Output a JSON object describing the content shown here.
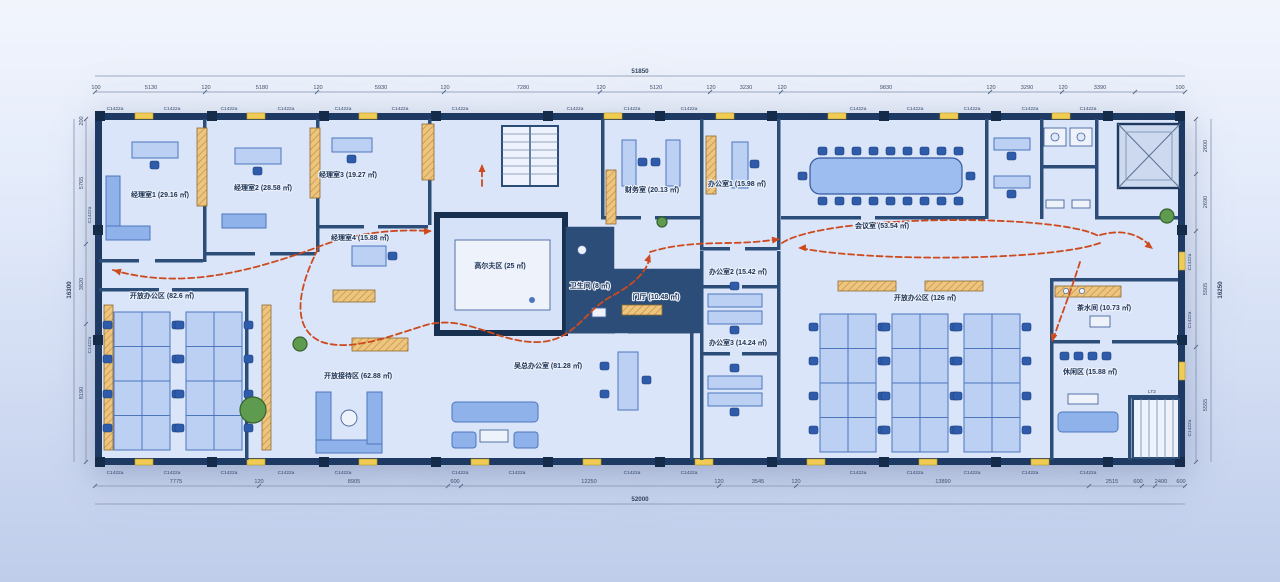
{
  "rooms": {
    "manager1": "经理室1 (29.16 ㎡)",
    "manager2": "经理室2 (28.58 ㎡)",
    "manager3": "经理室3 (19.27 ㎡)",
    "manager4": "经理室4 (15.88 ㎡)",
    "finance": "财务室 (20.13 ㎡)",
    "office1": "办公室1 (15.98 ㎡)",
    "meeting": "会议室 (53.54 ㎡)",
    "golf": "高尔夫区 (25 ㎡)",
    "washroom": "卫生间 (8 ㎡)",
    "hall": "门厅 (10.48 ㎡)",
    "office2": "办公室2 (15.42 ㎡)",
    "open_right": "开放办公区 (126 ㎡)",
    "tea": "茶水间 (10.73 ㎡)",
    "open_left": "开放办公区 (82.6 ㎡)",
    "reception": "开放接待区 (62.88 ㎡)",
    "boss": "吴总办公室 (81.28 ㎡)",
    "office3": "办公室3 (14.24 ㎡)",
    "leisure": "休闲区 (15.88 ㎡)"
  },
  "annotations": {
    "elevator": "LT2"
  },
  "windows": {
    "tag": "C1422a"
  },
  "dims": {
    "top_total": "51850",
    "bottom_total": "52000",
    "left_total": "16300",
    "right_total": "16250",
    "top": [
      "100",
      "5130",
      "120",
      "5180",
      "120",
      "5930",
      "120",
      "7280",
      "120",
      "5120",
      "120",
      "3230",
      "120",
      "9830",
      "120",
      "3290",
      "120",
      "3390",
      "100"
    ],
    "bottom": [
      "7775",
      "120",
      "8905",
      "600",
      "12250",
      "120",
      "3545",
      "120",
      "13890",
      "2515",
      "600",
      "2400",
      "600"
    ],
    "left": [
      "200",
      "5765",
      "3820",
      "8190"
    ],
    "right": [
      "2600",
      "2690",
      "5505",
      "5555"
    ]
  }
}
